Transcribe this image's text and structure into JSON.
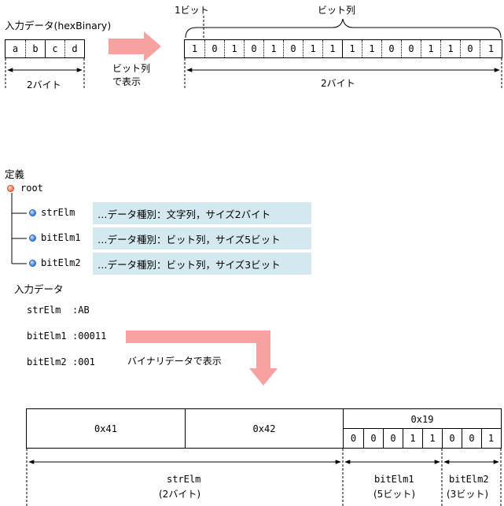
{
  "top": {
    "input_title": "入力データ(hexBinary)",
    "input_cells": [
      "a",
      "b",
      "c",
      "d"
    ],
    "input_size": "2バイト",
    "convert_label_line1": "ビット列",
    "convert_label_line2": "で表示",
    "one_bit_label": "1ビット",
    "bits_label": "ビット列",
    "bits": [
      "1",
      "0",
      "1",
      "0",
      "1",
      "0",
      "1",
      "1",
      "1",
      "1",
      "0",
      "0",
      "1",
      "1",
      "0",
      "1"
    ],
    "bits_size": "2バイト"
  },
  "definition": {
    "title": "定義",
    "root": "root",
    "elements": [
      {
        "name": "strElm",
        "desc": "…データ種別：文字列，サイズ2バイト"
      },
      {
        "name": "bitElm1",
        "desc": "…データ種別：ビット列，サイズ5ビット"
      },
      {
        "name": "bitElm2",
        "desc": "…データ種別：ビット列，サイズ3ビット"
      }
    ]
  },
  "input": {
    "title": "入力データ",
    "rows": [
      {
        "label": "strElm",
        "value": ":AB"
      },
      {
        "label": "bitElm1",
        "value": ":00011"
      },
      {
        "label": "bitElm2",
        "value": ":001"
      }
    ],
    "arrow_label": "バイナリデータで表示"
  },
  "binary": {
    "byte1": "0x41",
    "byte2": "0x42",
    "byte3": "0x19",
    "bits": [
      "0",
      "0",
      "0",
      "1",
      "1",
      "0",
      "0",
      "1"
    ],
    "segments": [
      {
        "name": "strElm",
        "size": "(2バイト)"
      },
      {
        "name": "bitElm1",
        "size": "(5ビット)"
      },
      {
        "name": "bitElm2",
        "size": "(3ビット)"
      }
    ]
  },
  "colors": {
    "arrow": "#f7a1a1",
    "def_box": "#d3e9ef",
    "node_blue": "#3a78d6",
    "node_orange": "#e8724a"
  }
}
